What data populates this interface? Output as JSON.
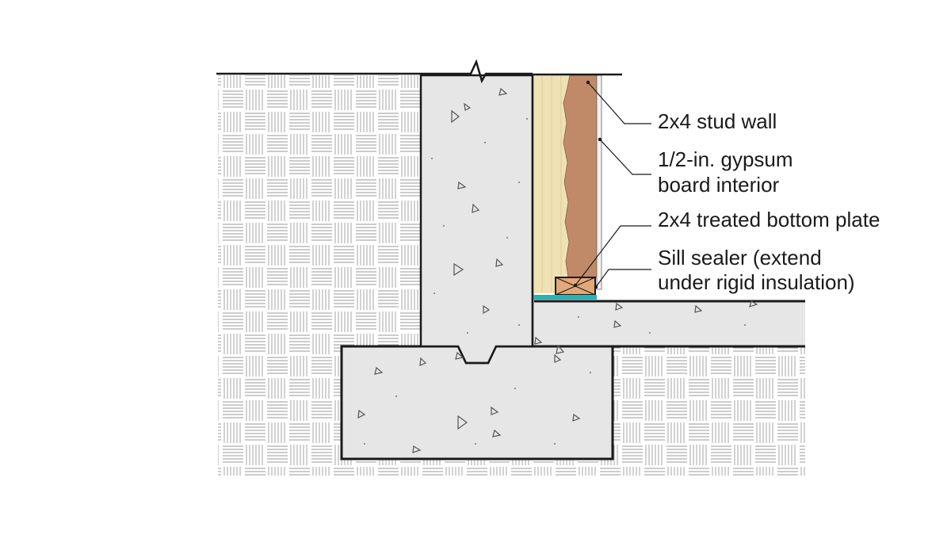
{
  "labels": {
    "stud_wall": "2x4 stud wall",
    "gypsum_line1": "1/2-in. gypsum",
    "gypsum_line2": "board interior",
    "bottom_plate": "2x4 treated bottom plate",
    "sill_line1": "Sill sealer (extend",
    "sill_line2": "under rigid insulation)"
  },
  "colors": {
    "concrete": "#e6e6e6",
    "soil_hatch": "#9a9a9a",
    "insulation": "#efe1b4",
    "stud": "#c08a68",
    "gypsum": "#f1f1f1",
    "bottom_plate": "#e3a878",
    "sill_sealer": "#2bb3b3",
    "outline": "#1a1a1a"
  }
}
